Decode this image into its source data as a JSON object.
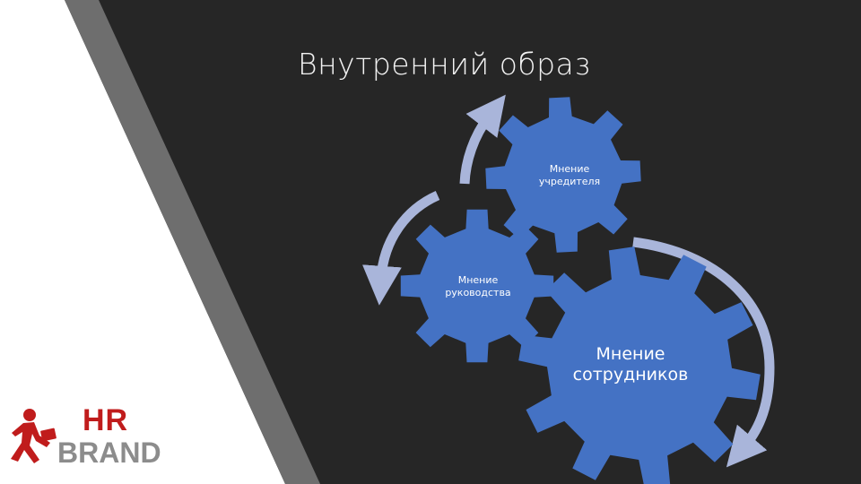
{
  "slide": {
    "title": "Внутренний образ",
    "background_color": "#262626",
    "panel_color": "#ffffff",
    "stripe_color": "#6e6e6e"
  },
  "gears": [
    {
      "id": "founder",
      "label_lines": [
        "Мнение",
        "учредителя"
      ],
      "color": "#4472c4"
    },
    {
      "id": "management",
      "label_lines": [
        "Мнение",
        "руководства"
      ],
      "color": "#4472c4"
    },
    {
      "id": "employees",
      "label_lines": [
        "Мнение",
        "сотрудников"
      ],
      "color": "#4472c4"
    }
  ],
  "cycle_arrow_color": "#a9b5da",
  "logo": {
    "line1": "HR",
    "line2": "BRAND",
    "line1_color": "#c01c1c",
    "line2_color": "#8c8c8c",
    "icon": "running-businessman-icon",
    "icon_color": "#c01c1c"
  }
}
